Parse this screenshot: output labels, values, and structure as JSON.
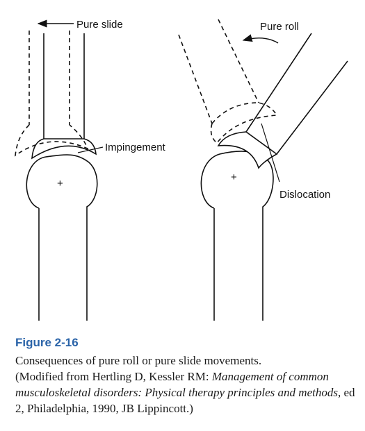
{
  "labels": {
    "pure_slide": "Pure slide",
    "impingement": "Impingement",
    "pure_roll": "Pure roll",
    "dislocation": "Dislocation",
    "axis_marker": "+"
  },
  "caption": {
    "title": "Figure 2-16",
    "description": "Consequences of pure roll or pure slide movements.",
    "credit_prefix": "(Modified from Hertling D, Kessler RM: ",
    "credit_book": "Management of common musculoskeletal disorders: Physical therapy principles and methods",
    "credit_suffix": ", ed 2, Philadelphia, 1990, JB Lippincott.)"
  },
  "colors": {
    "line": "#111111",
    "title": "#2a63a8"
  }
}
